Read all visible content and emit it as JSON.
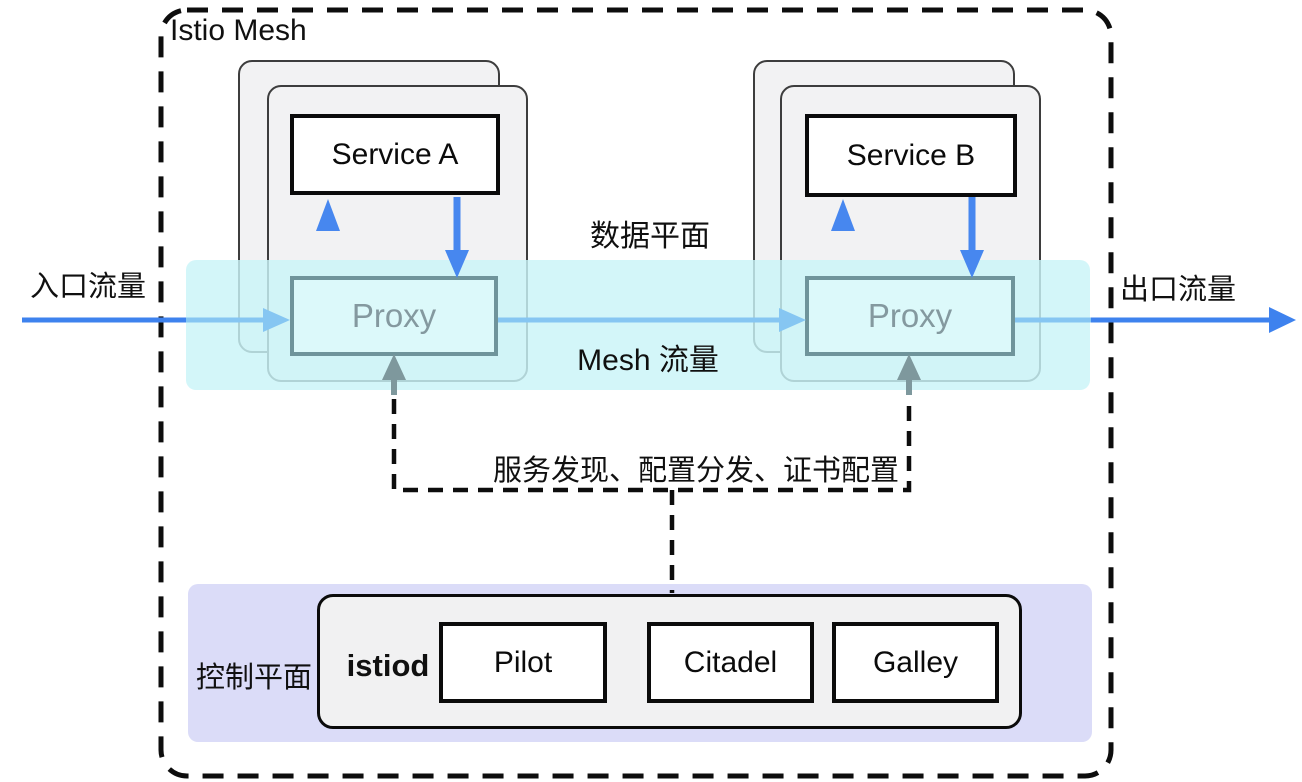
{
  "title": "Istio Mesh",
  "traffic": {
    "ingress_label": "入口流量",
    "egress_label": "出口流量"
  },
  "data_plane": {
    "plane_label": "数据平面",
    "mesh_traffic_label": "Mesh 流量",
    "service_a": {
      "name": "Service A",
      "proxy_label": "Proxy"
    },
    "service_b": {
      "name": "Service B",
      "proxy_label": "Proxy"
    }
  },
  "control_link_label": "服务发现、配置分发、证书配置",
  "control_plane": {
    "label": "控制平面",
    "istiod_label": "istiod",
    "components": [
      "Pilot",
      "Citadel",
      "Galley"
    ]
  },
  "colors": {
    "mesh_traffic_band": "#d5f7f9",
    "control_plane_bg": "#dbdcf8",
    "pod_card_bg": "#f2f2f3",
    "pod_card_border": "#3d3d3d",
    "proxy_fill": "#dcf9fa",
    "proxy_border": "#6f949b",
    "proxy_text": "#84999f",
    "flow_blue_dark": "#3e82ee",
    "flow_blue_light": "#86c6f2",
    "service_arrow_blue": "#4787ef",
    "control_arrow_gray": "#7e989d",
    "dashed_line": "#0d0d0d"
  }
}
